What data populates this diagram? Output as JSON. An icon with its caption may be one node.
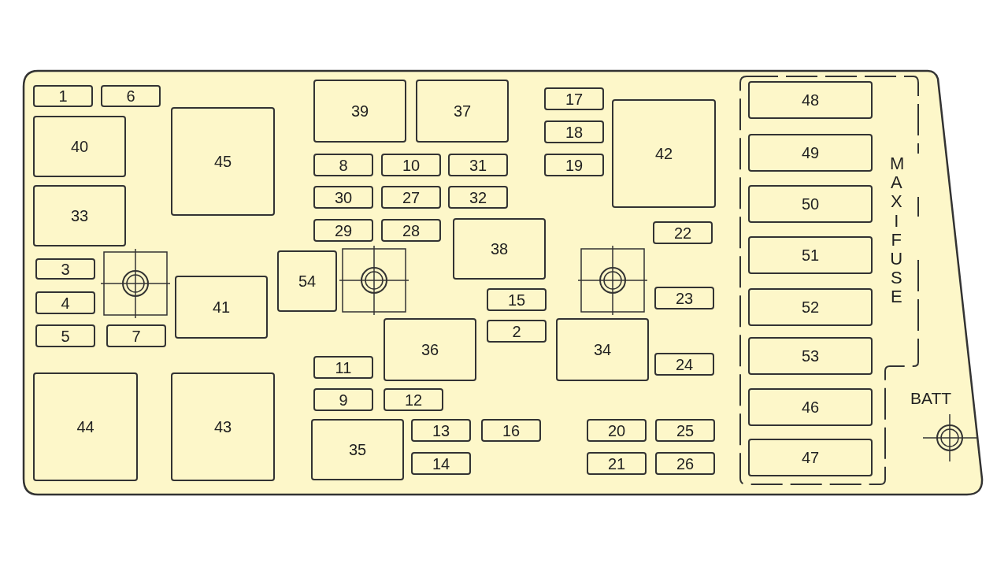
{
  "diagram": {
    "nodes": [
      {
        "text": [],
        "shape": "box"
      },
      {
        "text": [
          "1"
        ],
        "in": 0
      },
      {
        "text": [
          "6"
        ],
        "in": 0
      },
      {
        "text": [
          "40"
        ],
        "in": 0
      },
      {
        "text": [
          "45"
        ],
        "in": 0
      },
      {
        "text": [
          "33"
        ],
        "in": 0
      },
      {
        "text": [
          "3"
        ],
        "in": 0
      },
      {
        "text": [
          "4"
        ],
        "in": 0
      },
      {
        "text": [
          "5"
        ],
        "in": 0
      },
      {
        "text": [
          "7"
        ],
        "in": 0
      },
      {
        "text": [
          "41"
        ],
        "in": 0
      },
      {
        "text": [
          "44"
        ],
        "in": 0
      },
      {
        "text": [
          "43"
        ],
        "in": 0
      },
      {
        "text": [
          "39"
        ],
        "in": 0
      },
      {
        "text": [
          "37"
        ],
        "in": 0
      },
      {
        "text": [
          "8"
        ],
        "in": 0
      },
      {
        "text": [
          "10"
        ],
        "in": 0
      },
      {
        "text": [
          "31"
        ],
        "in": 0
      },
      {
        "text": [
          "30"
        ],
        "in": 0
      },
      {
        "text": [
          "27"
        ],
        "in": 0
      },
      {
        "text": [
          "32"
        ],
        "in": 0
      },
      {
        "text": [
          "29"
        ],
        "in": 0
      },
      {
        "text": [
          "28"
        ],
        "in": 0
      },
      {
        "text": [
          "54"
        ],
        "in": 0
      },
      {
        "text": [
          "38"
        ],
        "in": 0
      },
      {
        "text": [
          "15"
        ],
        "in": 0
      },
      {
        "text": [
          "2"
        ],
        "in": 0
      },
      {
        "text": [
          "36"
        ],
        "in": 0
      },
      {
        "text": [
          "11"
        ],
        "in": 0
      },
      {
        "text": [
          "9"
        ],
        "in": 0
      },
      {
        "text": [
          "12"
        ],
        "in": 0
      },
      {
        "text": [
          "35"
        ],
        "in": 0
      },
      {
        "text": [
          "13"
        ],
        "in": 0
      },
      {
        "text": [
          "14"
        ],
        "in": 0
      },
      {
        "text": [
          "16"
        ],
        "in": 0
      },
      {
        "text": [
          "17"
        ],
        "in": 0
      },
      {
        "text": [
          "18"
        ],
        "in": 0
      },
      {
        "text": [
          "19"
        ],
        "in": 0
      },
      {
        "text": [
          "42"
        ],
        "in": 0
      },
      {
        "text": [
          "22"
        ],
        "in": 0
      },
      {
        "text": [
          "23"
        ],
        "in": 0
      },
      {
        "text": [
          "34"
        ],
        "in": 0
      },
      {
        "text": [
          "24"
        ],
        "in": 0
      },
      {
        "text": [
          "20"
        ],
        "in": 0
      },
      {
        "text": [
          "21"
        ],
        "in": 0
      },
      {
        "text": [
          "25"
        ],
        "in": 0
      },
      {
        "text": [
          "26"
        ],
        "in": 0
      },
      {
        "text": [
          "48"
        ],
        "in": 0
      },
      {
        "text": [
          "49"
        ],
        "in": 0
      },
      {
        "text": [
          "50"
        ],
        "in": 0
      },
      {
        "text": [
          "51"
        ],
        "in": 0
      },
      {
        "text": [
          "52"
        ],
        "in": 0
      },
      {
        "text": [
          "53"
        ],
        "in": 0
      },
      {
        "text": [
          "46"
        ],
        "in": 0
      },
      {
        "text": [
          "47"
        ],
        "in": 0
      }
    ],
    "labels": [
      "MAXIFUSE",
      "BATT"
    ]
  }
}
